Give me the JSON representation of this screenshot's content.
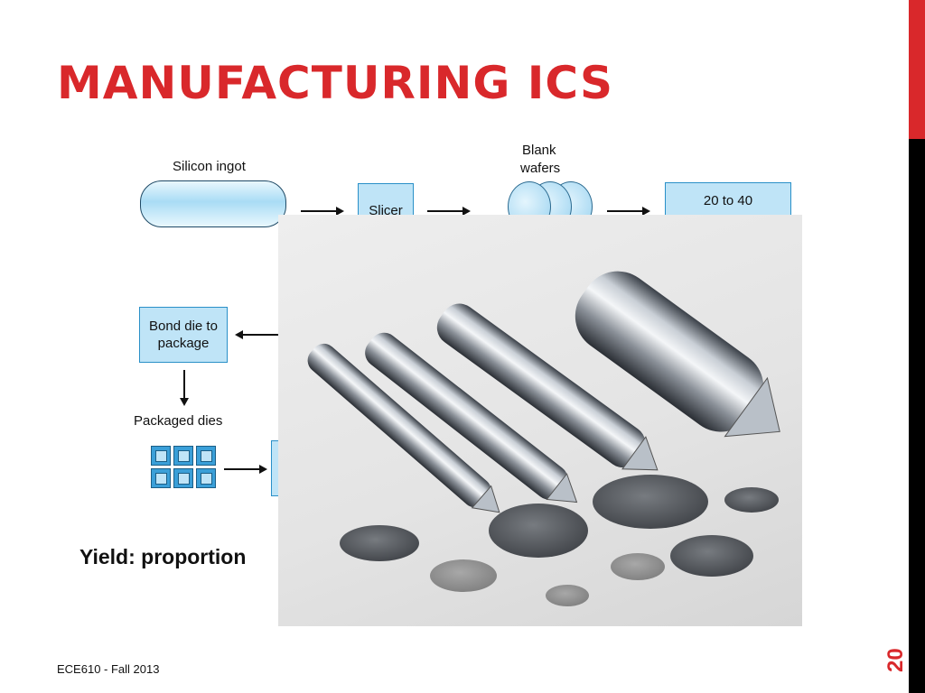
{
  "slide": {
    "title": "MANUFACTURING ICS",
    "footer": "ECE610 - Fall 2013",
    "page_number": "20",
    "accent_color": "#d9282b"
  },
  "diagram": {
    "silicon_ingot_label": "Silicon ingot",
    "slicer_label": "Slicer",
    "blank_wafers_label_line1": "Blank",
    "blank_wafers_label_line2": "wafers",
    "step_partial_label": "20 to 40",
    "bond_die_line1": "Bond die to",
    "bond_die_line2": "package",
    "packaged_dies_label": "Packaged dies"
  },
  "body": {
    "yield_text": "Yield: proportion"
  },
  "photo": {
    "subject": "silicon-ingots-and-wafers"
  }
}
